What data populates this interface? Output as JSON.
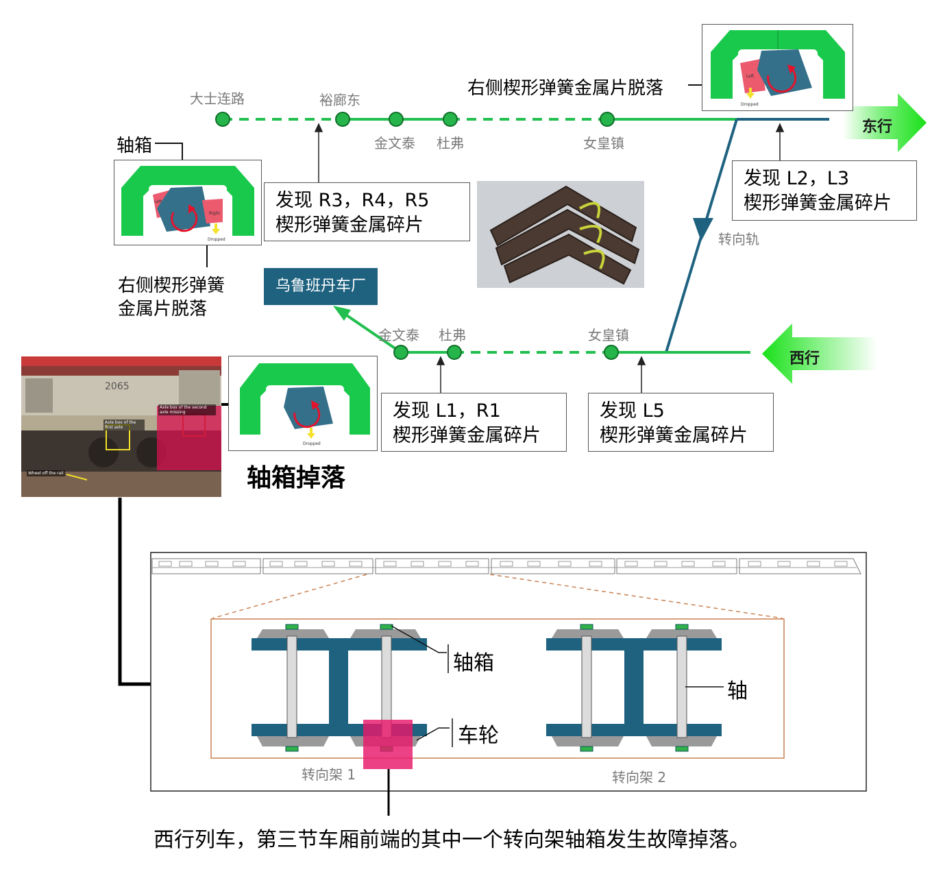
{
  "stations_east": {
    "s1": "大士连路",
    "s2": "裕廊东",
    "s3": "金文泰",
    "s4": "杜弗",
    "s5": "女皇镇"
  },
  "stations_west": {
    "s3": "金文泰",
    "s4": "杜弗",
    "s5": "女皇镇"
  },
  "directions": {
    "east": "东行",
    "west": "西行",
    "turnback": "转向轨"
  },
  "depot": "乌鲁班丹车厂",
  "findings": {
    "r345_line1": "发现 R3，R4，R5",
    "r345_line2": "楔形弹簧金属碎片",
    "l23_line1": "发现 L2，L3",
    "l23_line2": "楔形弹簧金属碎片",
    "l1r1_line1": "发现 L1，R1",
    "l1r1_line2": "楔形弹簧金属碎片",
    "l5_line1": "发现 L5",
    "l5_line2": "楔形弹簧金属碎片"
  },
  "callouts": {
    "top_right": "右侧楔形弹簧金属片脱落",
    "left_axlebox": "轴箱",
    "left_detached_1": "右侧楔形弹簧",
    "left_detached_2": "金属片脱落",
    "axlebox_fall": "轴箱掉落"
  },
  "inset_labels": {
    "left": "Left",
    "right": "Right",
    "dropped": "Dropped"
  },
  "photo_labels": {
    "car_number": "2065",
    "axle_box_first": "Axle box of the first axle",
    "axle_box_second": "Axle box of the second axle missing",
    "wheel_off": "Wheel off the rail"
  },
  "bogie": {
    "axlebox": "轴箱",
    "wheel": "车轮",
    "axle": "轴",
    "bogie1": "转向架 1",
    "bogie2": "转向架 2"
  },
  "caption": "西行列车，第三节车厢前端的其中一个转向架轴箱发生故障掉落。",
  "colors": {
    "track_green": "#22bf4e",
    "station_fill": "#26b54a",
    "teal": "#1e6280",
    "bogie_blue": "#1e6280",
    "axlebox_gray": "#9a9a9a",
    "highlight_pink": "#e8196a",
    "frame_green": "#19c94b",
    "orange_frame": "#c98050"
  }
}
